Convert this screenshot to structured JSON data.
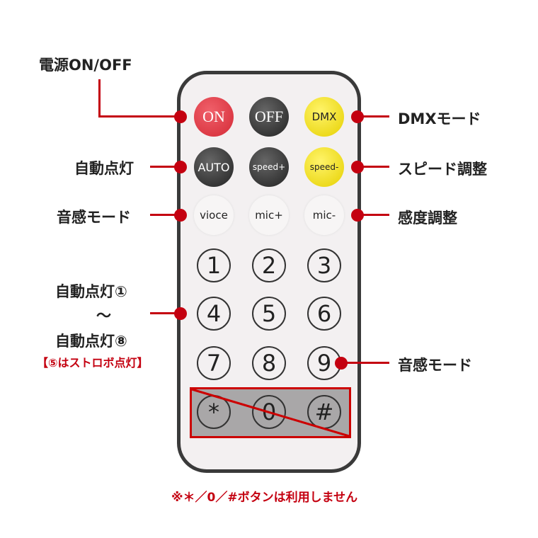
{
  "buttons": {
    "on": "ON",
    "off": "OFF",
    "dmx": "DMX",
    "auto": "AUTO",
    "speed_up": "speed+",
    "speed_down": "speed-",
    "voice": "vioce",
    "mic_up": "mic+",
    "mic_down": "mic-",
    "numbers": [
      "1",
      "2",
      "3",
      "4",
      "5",
      "6",
      "7",
      "8",
      "9"
    ],
    "star": "*",
    "zero": "0",
    "hash": "#"
  },
  "labels": {
    "power": "電源ON/OFF",
    "dmx_mode": "DMXモード",
    "auto_light": "自動点灯",
    "speed_adjust": "スピード調整",
    "sound_mode_left": "音感モード",
    "sensitivity": "感度調整",
    "auto1": "自動点灯①",
    "tilde": "～",
    "auto8": "自動点灯⑧",
    "strobe_note": "【⑤はストロボ点灯】",
    "sound_mode_right": "音感モード"
  },
  "footnote": "※＊／0／#ボタンは利用しません",
  "colors": {
    "accent": "#c40010"
  }
}
